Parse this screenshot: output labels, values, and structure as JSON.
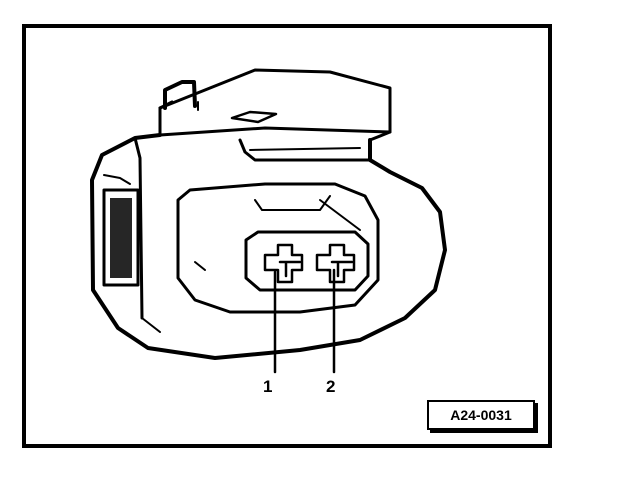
{
  "diagram": {
    "callouts": [
      "1",
      "2"
    ],
    "reference": "A24-0031"
  }
}
